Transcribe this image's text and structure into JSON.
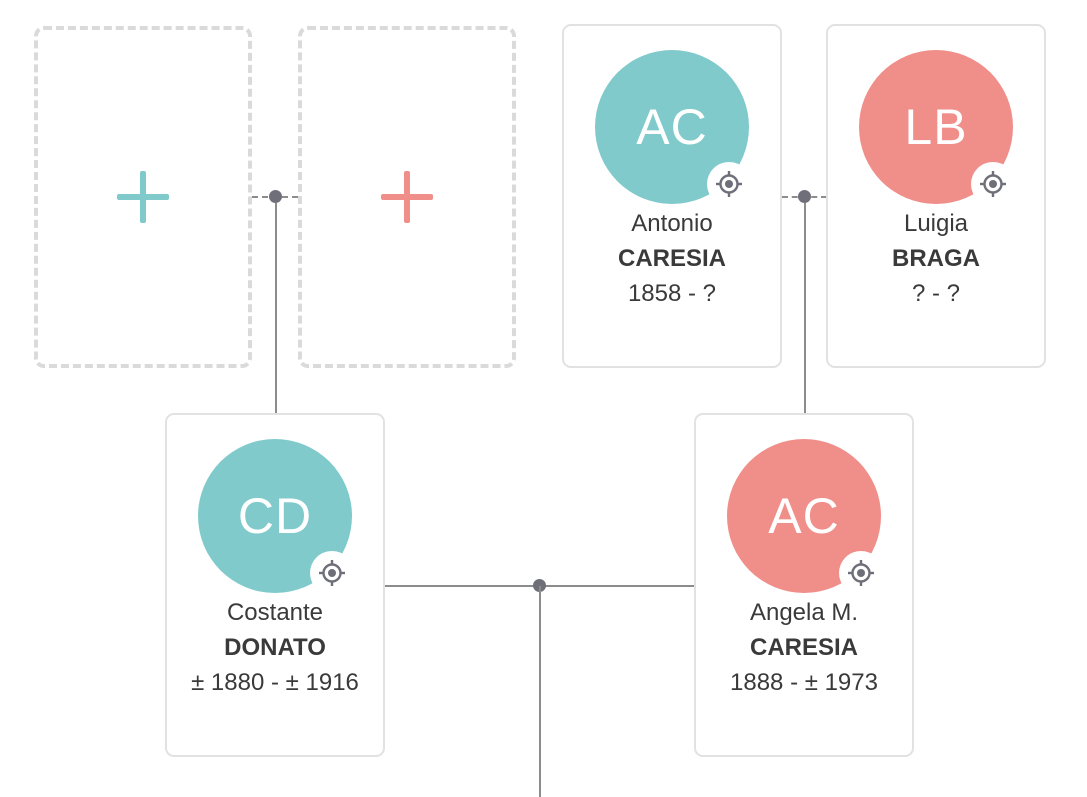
{
  "colors": {
    "male": "#80cacb",
    "female": "#f08e8a",
    "line": "#8c8c8c",
    "dot": "#6f6f7a",
    "icon": "#6f6f7a"
  },
  "placeholders": [
    {
      "gender": "male",
      "icon": "plus-icon",
      "action": "add-father"
    },
    {
      "gender": "female",
      "icon": "plus-icon",
      "action": "add-mother"
    }
  ],
  "persons": {
    "antonio": {
      "initials": "AC",
      "given": "Antonio",
      "family": "CARESIA",
      "dates": "1858 - ?",
      "gender": "male",
      "icon": "focus-target-icon"
    },
    "luigia": {
      "initials": "LB",
      "given": "Luigia",
      "family": "BRAGA",
      "dates": "? - ?",
      "gender": "female",
      "icon": "focus-target-icon"
    },
    "costante": {
      "initials": "CD",
      "given": "Costante",
      "family": "DONATO",
      "dates": "± 1880 - ± 1916",
      "gender": "male",
      "icon": "focus-target-icon"
    },
    "angela": {
      "initials": "AC",
      "given": "Angela M.",
      "family": "CARESIA",
      "dates": "1888 - ± 1973",
      "gender": "female",
      "icon": "focus-target-icon"
    }
  }
}
